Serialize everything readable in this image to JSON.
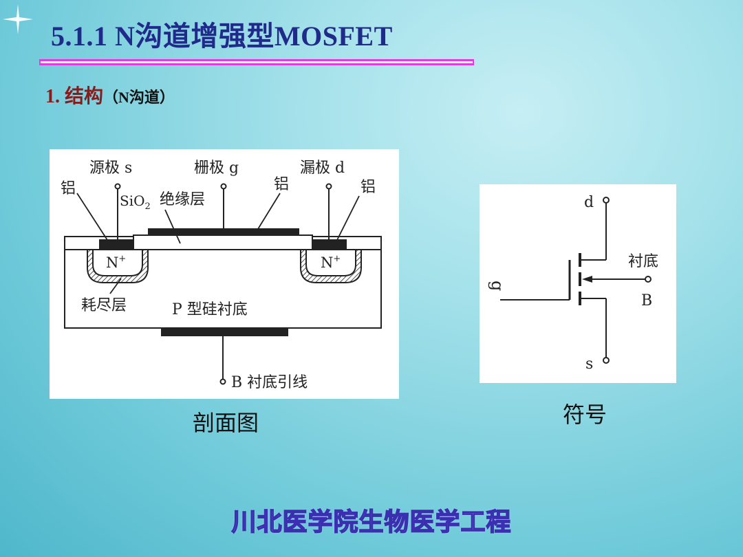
{
  "title": "5.1.1  N沟道增强型MOSFET",
  "section": {
    "heading": "1. 结构",
    "subheading": "（N沟道）"
  },
  "cross_section": {
    "caption": "剖面图",
    "labels": {
      "source": "源极 s",
      "gate": "栅极 g",
      "drain": "漏极 d",
      "al_left": "铝",
      "al_mid": "铝",
      "al_right": "铝",
      "sio2": "SiO",
      "sio2_sub": "2",
      "insulator": "绝缘层",
      "n_left": "N",
      "n_right": "N",
      "n_sup": "+",
      "depletion": "耗尽层",
      "substrate": "P 型硅衬底",
      "b_lead": "B 衬底引线"
    }
  },
  "symbol": {
    "caption": "符号",
    "labels": {
      "d": "d",
      "g": "g",
      "s": "s",
      "substrate": "衬底",
      "b": "B"
    }
  },
  "footer": "川北医学院生物医学工程"
}
